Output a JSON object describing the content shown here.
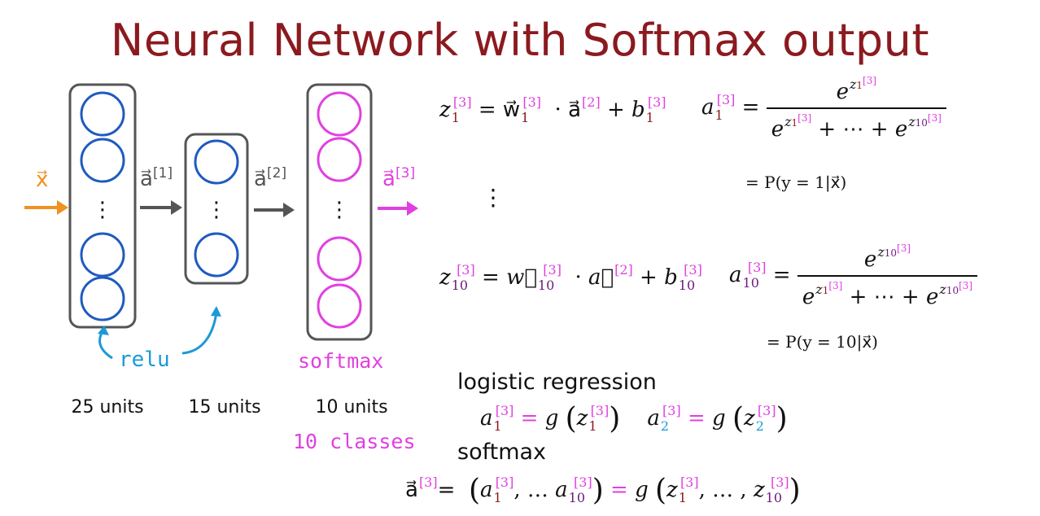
{
  "title": "Neural Network with Softmax output",
  "network": {
    "input_label": "x⃗",
    "arrow_label_1": "a⃗",
    "arrow_label_1_sup": "[1]",
    "arrow_label_2": "a⃗",
    "arrow_label_2_sup": "[2]",
    "output_label": "a⃗",
    "output_label_sup": "[3]",
    "layers": [
      {
        "units_label": "25 units"
      },
      {
        "units_label": "15 units"
      },
      {
        "units_label": "10 units"
      }
    ],
    "relu_note": "relu",
    "softmax_note": "softmax",
    "classes_note": "10 classes",
    "ellipsis": "⋮"
  },
  "equations": {
    "z1": {
      "lhs": "z",
      "lhs_sub": "1",
      "sup": "[3]",
      "w": "w⃗",
      "a": "a⃗",
      "a_sup": "[2]",
      "b": "b"
    },
    "a1": {
      "lhs": "a",
      "sub": "1",
      "sup": "[3]",
      "prob": "= P(y = 1|x⃗)"
    },
    "vdots": "⋮",
    "z10": {
      "lhs": "z",
      "lhs_sub": "10",
      "sup": "[3]",
      "w": "w⃗",
      "a": "a⃗",
      "a_sup": "[2]",
      "b": "b"
    },
    "a10": {
      "lhs": "a",
      "sub": "10",
      "sup": "[3]",
      "prob": "= P(y = 10|x⃗)"
    }
  },
  "logistic": {
    "heading": "logistic regression"
  },
  "softmax": {
    "heading": "softmax"
  },
  "colors": {
    "title": "#8b1a1f",
    "hidden_node": "#1f5bbf",
    "output_node": "#e040e0",
    "input_arrow": "#f0921e",
    "relu": "#1a9ad6",
    "box": "#555555"
  }
}
